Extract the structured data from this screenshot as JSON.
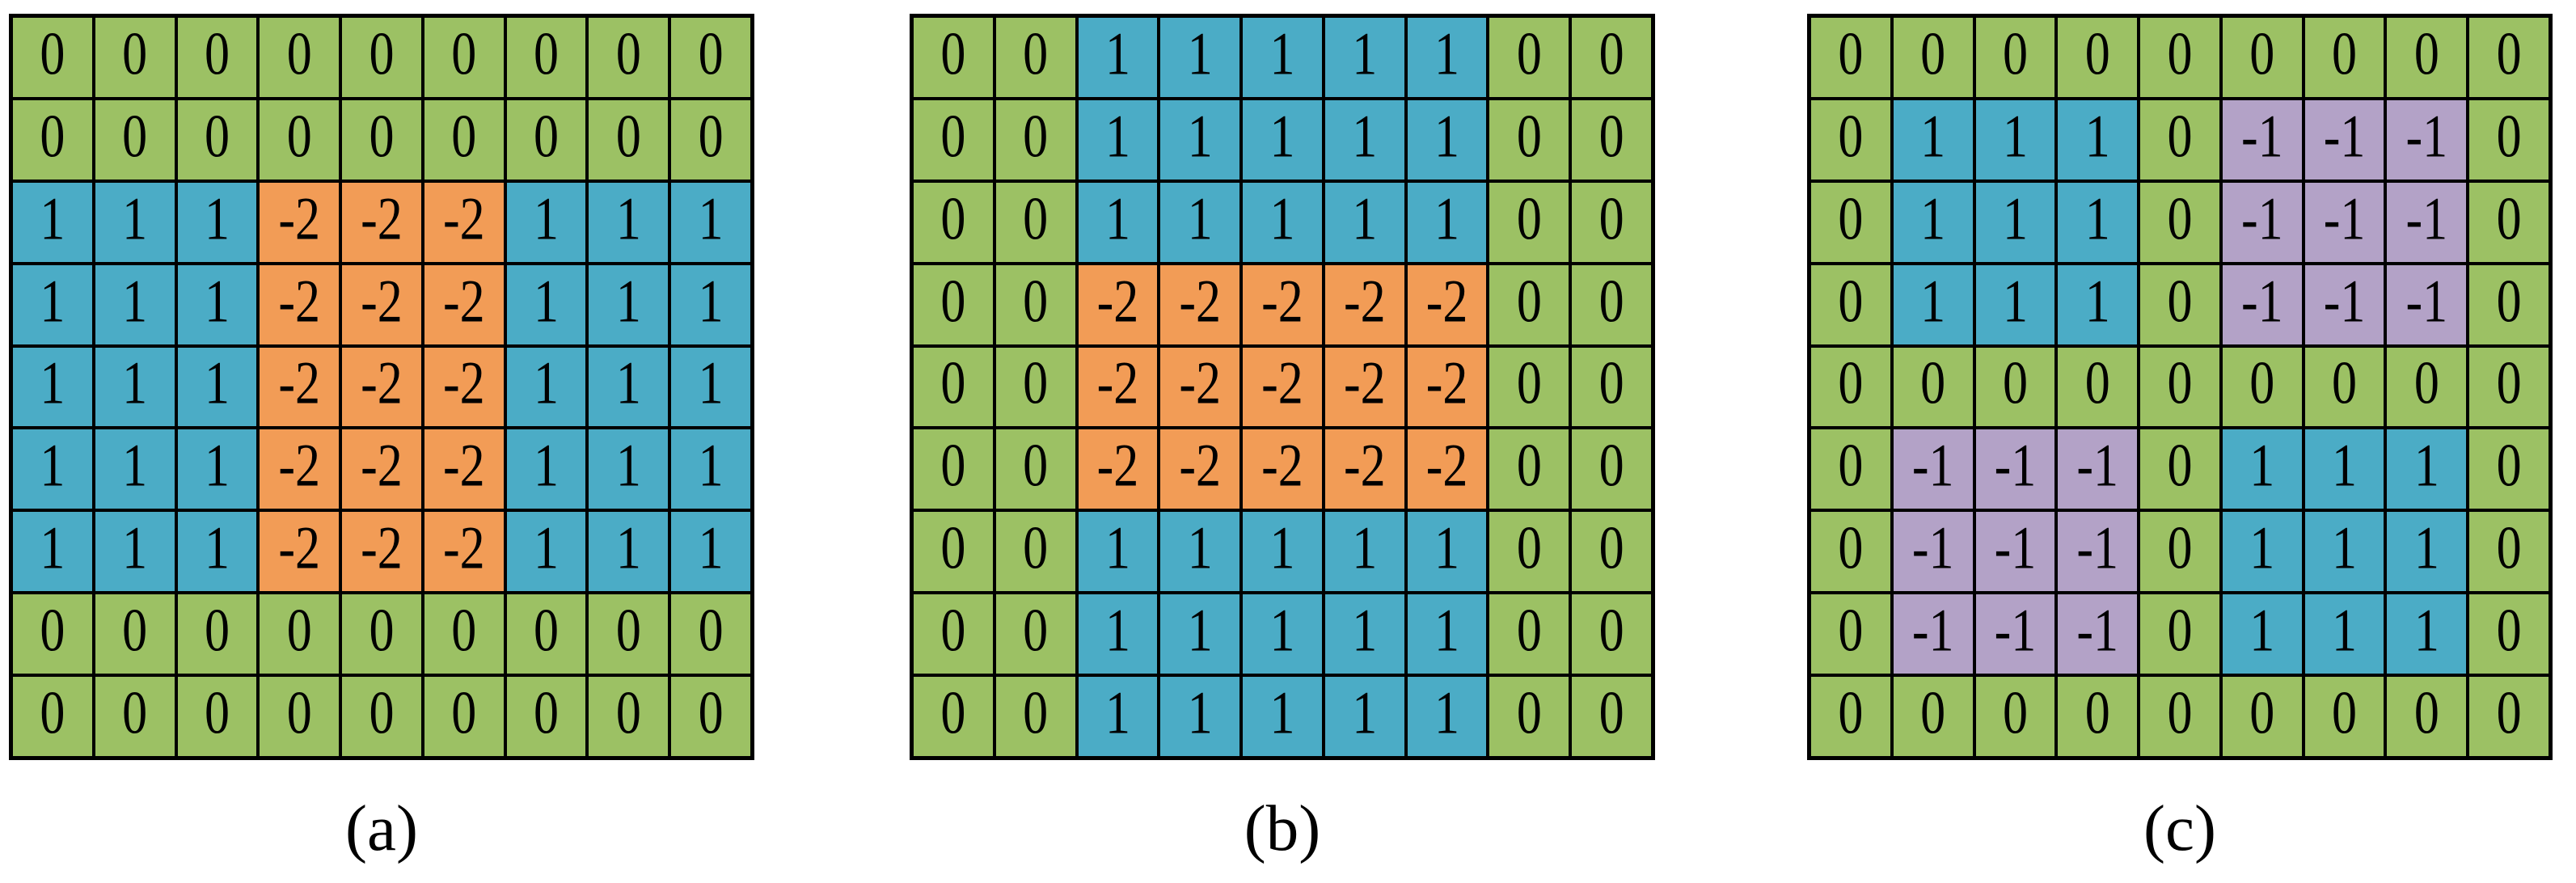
{
  "figure": {
    "panels": [
      {
        "label": "(a)",
        "grid": [
          [
            "0",
            "0",
            "0",
            "0",
            "0",
            "0",
            "0",
            "0",
            "0"
          ],
          [
            "0",
            "0",
            "0",
            "0",
            "0",
            "0",
            "0",
            "0",
            "0"
          ],
          [
            "1",
            "1",
            "1",
            "-2",
            "-2",
            "-2",
            "1",
            "1",
            "1"
          ],
          [
            "1",
            "1",
            "1",
            "-2",
            "-2",
            "-2",
            "1",
            "1",
            "1"
          ],
          [
            "1",
            "1",
            "1",
            "-2",
            "-2",
            "-2",
            "1",
            "1",
            "1"
          ],
          [
            "1",
            "1",
            "1",
            "-2",
            "-2",
            "-2",
            "1",
            "1",
            "1"
          ],
          [
            "1",
            "1",
            "1",
            "-2",
            "-2",
            "-2",
            "1",
            "1",
            "1"
          ],
          [
            "0",
            "0",
            "0",
            "0",
            "0",
            "0",
            "0",
            "0",
            "0"
          ],
          [
            "0",
            "0",
            "0",
            "0",
            "0",
            "0",
            "0",
            "0",
            "0"
          ]
        ]
      },
      {
        "label": "(b)",
        "grid": [
          [
            "0",
            "0",
            "1",
            "1",
            "1",
            "1",
            "1",
            "0",
            "0"
          ],
          [
            "0",
            "0",
            "1",
            "1",
            "1",
            "1",
            "1",
            "0",
            "0"
          ],
          [
            "0",
            "0",
            "1",
            "1",
            "1",
            "1",
            "1",
            "0",
            "0"
          ],
          [
            "0",
            "0",
            "-2",
            "-2",
            "-2",
            "-2",
            "-2",
            "0",
            "0"
          ],
          [
            "0",
            "0",
            "-2",
            "-2",
            "-2",
            "-2",
            "-2",
            "0",
            "0"
          ],
          [
            "0",
            "0",
            "-2",
            "-2",
            "-2",
            "-2",
            "-2",
            "0",
            "0"
          ],
          [
            "0",
            "0",
            "1",
            "1",
            "1",
            "1",
            "1",
            "0",
            "0"
          ],
          [
            "0",
            "0",
            "1",
            "1",
            "1",
            "1",
            "1",
            "0",
            "0"
          ],
          [
            "0",
            "0",
            "1",
            "1",
            "1",
            "1",
            "1",
            "0",
            "0"
          ]
        ]
      },
      {
        "label": "(c)",
        "grid": [
          [
            "0",
            "0",
            "0",
            "0",
            "0",
            "0",
            "0",
            "0",
            "0"
          ],
          [
            "0",
            "1",
            "1",
            "1",
            "0",
            "-1",
            "-1",
            "-1",
            "0"
          ],
          [
            "0",
            "1",
            "1",
            "1",
            "0",
            "-1",
            "-1",
            "-1",
            "0"
          ],
          [
            "0",
            "1",
            "1",
            "1",
            "0",
            "-1",
            "-1",
            "-1",
            "0"
          ],
          [
            "0",
            "0",
            "0",
            "0",
            "0",
            "0",
            "0",
            "0",
            "0"
          ],
          [
            "0",
            "-1",
            "-1",
            "-1",
            "0",
            "1",
            "1",
            "1",
            "0"
          ],
          [
            "0",
            "-1",
            "-1",
            "-1",
            "0",
            "1",
            "1",
            "1",
            "0"
          ],
          [
            "0",
            "-1",
            "-1",
            "-1",
            "0",
            "1",
            "1",
            "1",
            "0"
          ],
          [
            "0",
            "0",
            "0",
            "0",
            "0",
            "0",
            "0",
            "0",
            "0"
          ]
        ]
      }
    ],
    "value_colors": {
      "0": "#9CC164",
      "1": "#4BACC6",
      "-1": "#B3A2C7",
      "-2": "#F29C56"
    },
    "border_color": "#000000",
    "text_color": "#000000"
  }
}
